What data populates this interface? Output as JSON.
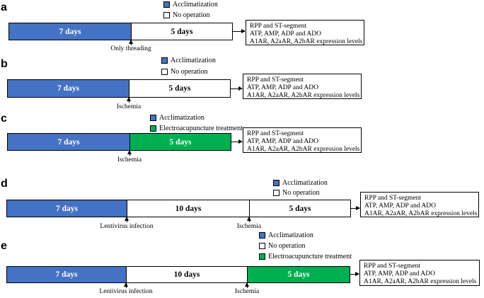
{
  "legend": {
    "acclimatization": "Acclimatization",
    "no_operation": "No operation",
    "electroacupuncture": "Electroacupuncture treatment"
  },
  "results": {
    "line1": "RPP and ST-segment",
    "line2": "ATP, AMP, ADP and ADO",
    "line3": "A1AR, A2aAR, A2bAR expression levels"
  },
  "panels": {
    "a": {
      "label": "a",
      "bar1": "7 days",
      "bar2": "5 days",
      "event1": "Only threading"
    },
    "b": {
      "label": "b",
      "bar1": "7 days",
      "bar2": "5 days",
      "event1": "Ischemia"
    },
    "c": {
      "label": "c",
      "bar1": "7 days",
      "bar2": "5 days",
      "event1": "Ischemia"
    },
    "d": {
      "label": "d",
      "bar1": "7 days",
      "bar2": "10 days",
      "bar3": "5 days",
      "event1": "Lentivirus infection",
      "event2": "Ischemia"
    },
    "e": {
      "label": "e",
      "bar1": "7 days",
      "bar2": "10 days",
      "bar3": "5 days",
      "event1": "Lentivirus infection",
      "event2": "Ischemia"
    }
  },
  "colors": {
    "acclimatization": "#4472c4",
    "no_operation": "#ffffff",
    "electroacupuncture": "#00b050"
  }
}
